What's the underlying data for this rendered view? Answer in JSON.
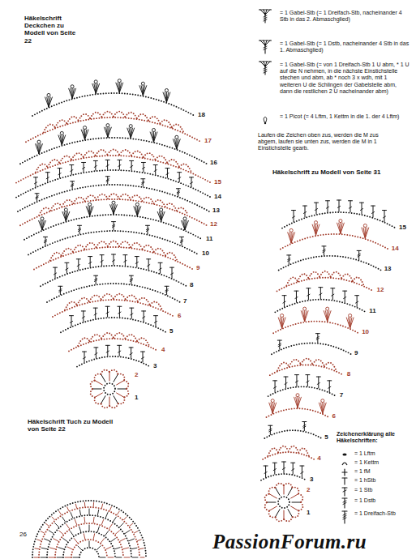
{
  "diagram": {
    "title": "Häkelschrift Deckchen zu Modell von Seite 22",
    "labels": [
      "Häkelschrift zu Modell von Seite 31",
      "Häkelschrift Tuch zu Modell von Seite 22",
      "Laufen die Zeichen oben zus, werden die M zus abgem, laufen sie unten zus, werden die M in 1 Einstichstelle gearb.",
      "Zeichenerklärung alle Häkelschriften:",
      "26",
      "PassionForum.ru",
      "1",
      "2",
      "3",
      "4",
      "5",
      "6",
      "7",
      "8",
      "9",
      "10",
      "11",
      "12",
      "13",
      "14",
      "15",
      "16",
      "17",
      "18",
      "1",
      "2",
      "3",
      "4",
      "5",
      "6",
      "7",
      "8",
      "9",
      "10",
      "11",
      "12",
      "13",
      "14",
      "15"
    ],
    "legend": [
      {
        "text": "= 1 Gabel-Stb (= 1 Dreifach-Stb, nacheinander 4 Stb in das 2. Abmaschglied)"
      },
      {
        "text": "= 1 Gabel-Stb (= 1 Dstb, nacheinander 4 Stb in das 1. Abmaschglied)"
      },
      {
        "text": "= 1 Gabel-Stb (= von 1 Dreifach-Stb 1 U abm, * 1 U auf die N nehmen, in die nächste Einstichstelle stechen und abm, ab * noch 3 x wdh, mit 1 weiteren U die Schlingen der Gabelstelle abm, dann die restlichen 2 U nacheinander abm)"
      },
      {
        "text": "= 1 Picot (= 4 Lftm, 1 Kettm in die 1. der 4 Lftm)"
      },
      {
        "text": "= 1 Lftm"
      },
      {
        "text": "= 1 Kettm"
      },
      {
        "text": "= 1 fM"
      },
      {
        "text": "= 1 hStb"
      },
      {
        "text": "= 1 Stb"
      },
      {
        "text": "= 1 Dstb"
      },
      {
        "text": "= 1 Dreifach-Stb"
      }
    ]
  }
}
